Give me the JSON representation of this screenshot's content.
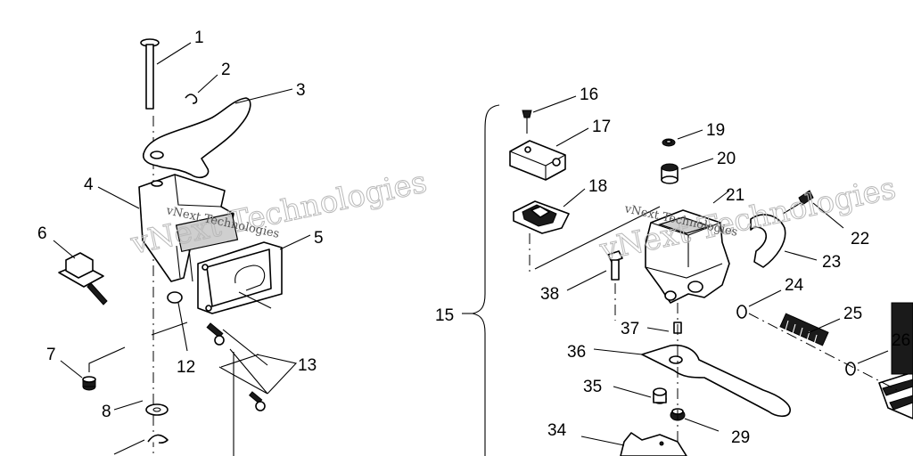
{
  "callouts": [
    {
      "id": "c1",
      "text": "1"
    },
    {
      "id": "c2",
      "text": "2"
    },
    {
      "id": "c3",
      "text": "3"
    },
    {
      "id": "c4",
      "text": "4"
    },
    {
      "id": "c5",
      "text": "5"
    },
    {
      "id": "c6",
      "text": "6"
    },
    {
      "id": "c7",
      "text": "7"
    },
    {
      "id": "c8",
      "text": "8"
    },
    {
      "id": "c12",
      "text": "12"
    },
    {
      "id": "c13",
      "text": "13"
    },
    {
      "id": "c15",
      "text": "15"
    },
    {
      "id": "c16",
      "text": "16"
    },
    {
      "id": "c17",
      "text": "17"
    },
    {
      "id": "c18",
      "text": "18"
    },
    {
      "id": "c19",
      "text": "19"
    },
    {
      "id": "c20",
      "text": "20"
    },
    {
      "id": "c21",
      "text": "21"
    },
    {
      "id": "c22",
      "text": "22"
    },
    {
      "id": "c23",
      "text": "23"
    },
    {
      "id": "c24",
      "text": "24"
    },
    {
      "id": "c25",
      "text": "25"
    },
    {
      "id": "c26",
      "text": "26"
    },
    {
      "id": "c29",
      "text": "29"
    },
    {
      "id": "c34",
      "text": "34"
    },
    {
      "id": "c35",
      "text": "35"
    },
    {
      "id": "c36",
      "text": "36"
    },
    {
      "id": "c37",
      "text": "37"
    },
    {
      "id": "c38",
      "text": "38"
    }
  ],
  "watermark": {
    "outline_text": "vNext Technologies",
    "small_text": "vNext Technologies"
  }
}
